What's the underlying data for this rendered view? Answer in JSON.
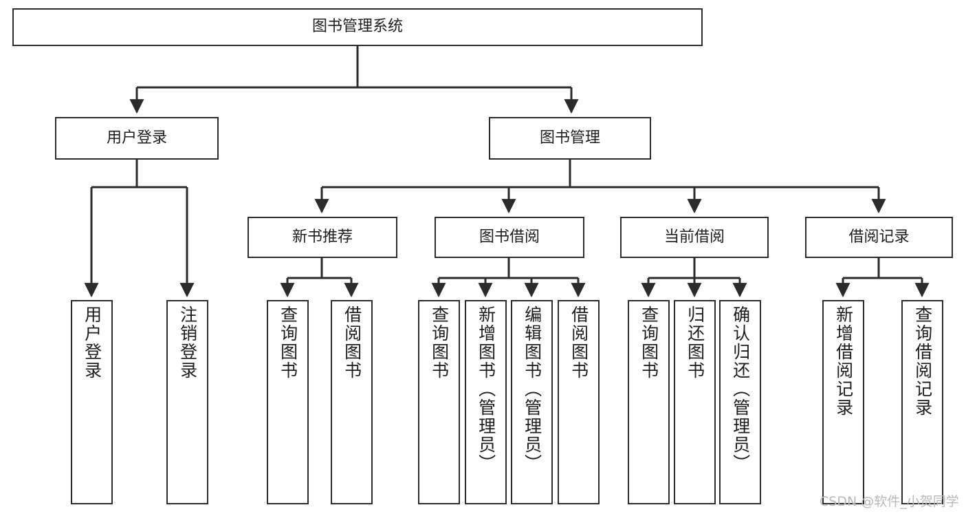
{
  "diagram": {
    "title": "图书管理系统",
    "watermark": "CSDN @软件_小贺同学",
    "line_color": "#2b2b2b",
    "box_fill": "#ffffff",
    "text_color": "#1d1d1d",
    "watermark_color": "#b9b9b9"
  },
  "nodes": {
    "root": {
      "label": "图书管理系统"
    },
    "level1": [
      {
        "label": "用户登录"
      },
      {
        "label": "图书管理"
      }
    ],
    "level2": [
      {
        "label": "新书推荐"
      },
      {
        "label": "图书借阅"
      },
      {
        "label": "当前借阅"
      },
      {
        "label": "借阅记录"
      }
    ],
    "leaves": {
      "user_login": [
        {
          "label": "用户登录"
        },
        {
          "label": "注销登录"
        }
      ],
      "new_book_recommend": [
        {
          "label": "查询图书"
        },
        {
          "label": "借阅图书"
        }
      ],
      "book_borrow": [
        {
          "label": "查询图书"
        },
        {
          "label": "新增图书（管理员）"
        },
        {
          "label": "编辑图书（管理员）"
        },
        {
          "label": "借阅图书"
        }
      ],
      "current_borrow": [
        {
          "label": "查询图书"
        },
        {
          "label": "归还图书"
        },
        {
          "label": "确认归还（管理员）"
        }
      ],
      "borrow_record": [
        {
          "label": "新增借阅记录"
        },
        {
          "label": "查询借阅记录"
        }
      ]
    }
  }
}
